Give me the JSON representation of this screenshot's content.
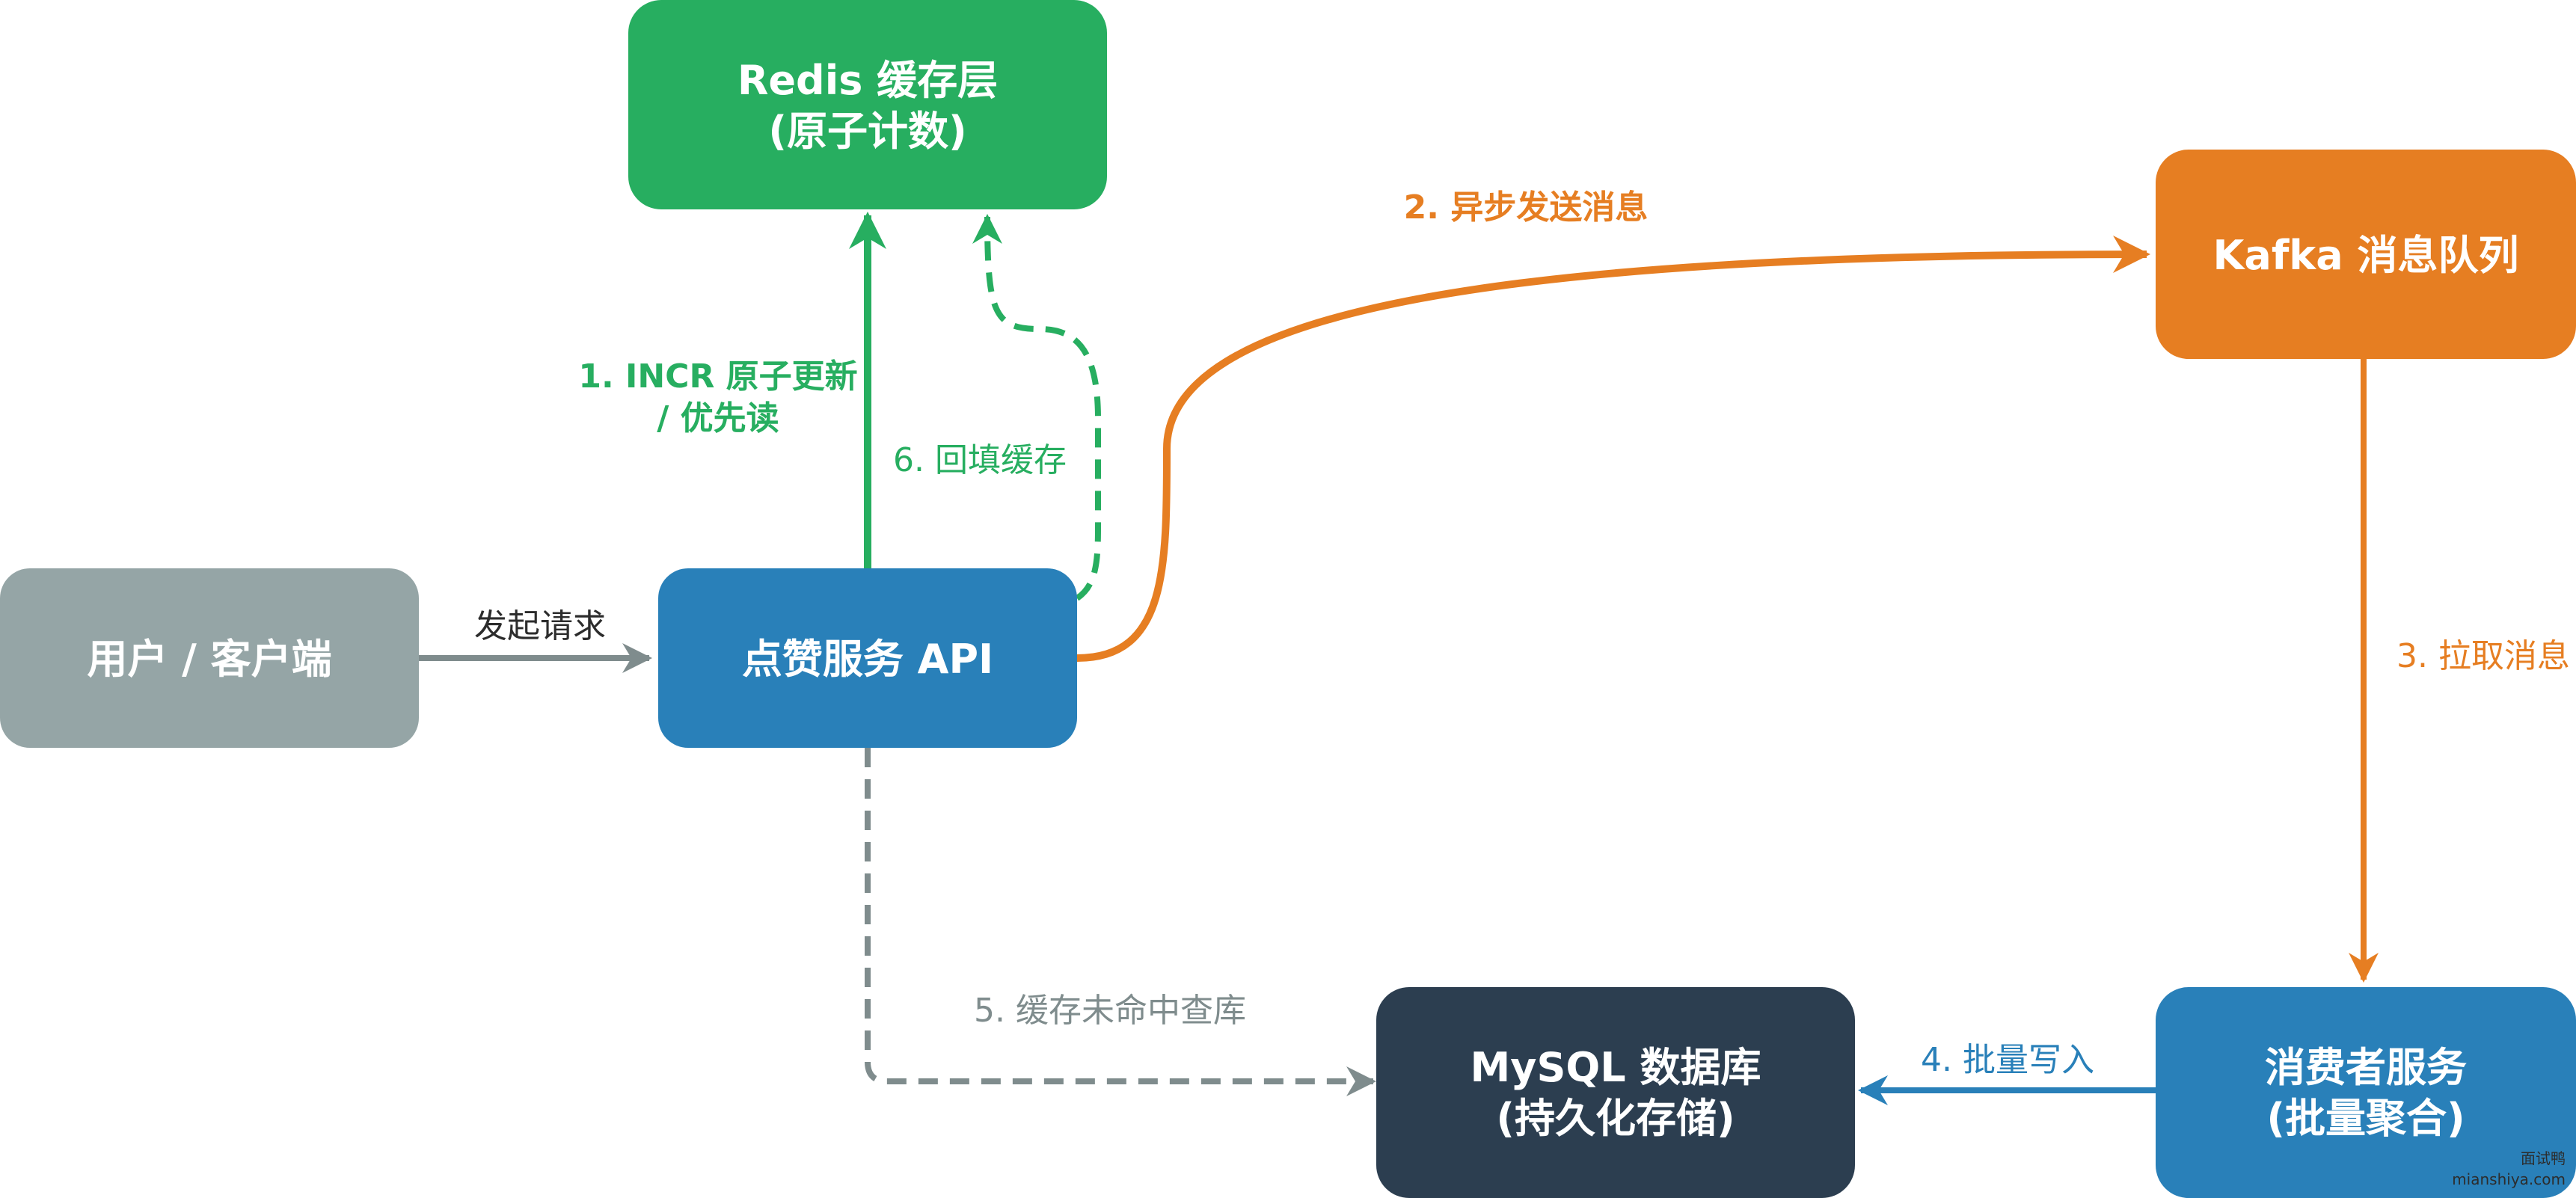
{
  "colors": {
    "green": "#27ae60",
    "orange": "#e67e22",
    "blue": "#2980b9",
    "gray": "#95a5a6",
    "dark": "#2c3e50",
    "label_gray": "#7f8c8d"
  },
  "nodes": {
    "client": {
      "line1": "用户 / 客户端"
    },
    "api": {
      "line1": "点赞服务 API"
    },
    "redis": {
      "line1": "Redis 缓存层",
      "line2": "(原子计数)"
    },
    "kafka": {
      "line1": "Kafka 消息队列"
    },
    "consumer": {
      "line1": "消费者服务",
      "line2": "(批量聚合)"
    },
    "mysql": {
      "line1": "MySQL 数据库",
      "line2": "(持久化存储)"
    }
  },
  "edges": {
    "request": "发起请求",
    "incr_line1": "1. INCR 原子更新",
    "incr_line2": "/ 优先读",
    "async_send": "2. 异步发送消息",
    "pull": "3. 拉取消息",
    "batch_write": "4. 批量写入",
    "cache_miss": "5. 缓存未命中查库",
    "backfill": "6. 回填缓存"
  },
  "watermark": {
    "line1": "面试鸭",
    "line2": "mianshiya.com"
  }
}
